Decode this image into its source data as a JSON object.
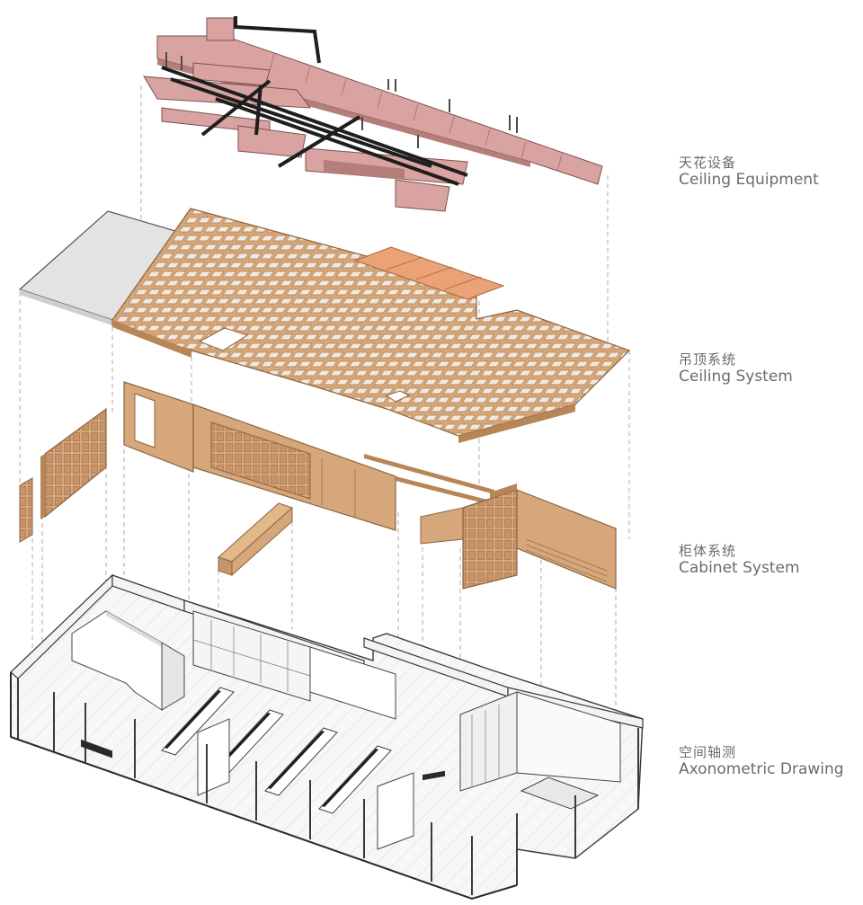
{
  "layers": [
    {
      "key": "ceiling_equipment",
      "cn": "天花设备",
      "en": "Ceiling Equipment"
    },
    {
      "key": "ceiling_system",
      "cn": "吊顶系统",
      "en": "Ceiling System"
    },
    {
      "key": "cabinet_system",
      "cn": "柜体系统",
      "en": "Cabinet System"
    },
    {
      "key": "axonometric",
      "cn": "空间轴测",
      "en": "Axonometric Drawing"
    }
  ],
  "colors": {
    "duct": "#d9a3a1",
    "duct_dark": "#b57e7b",
    "pipe": "#1e1e1e",
    "wood": "#d6a77a",
    "wood_dark": "#b88556",
    "panel_orange": "#eba276",
    "gray_panel": "#e3e3e3",
    "line": "#555555",
    "guide": "#9a9a9a"
  }
}
